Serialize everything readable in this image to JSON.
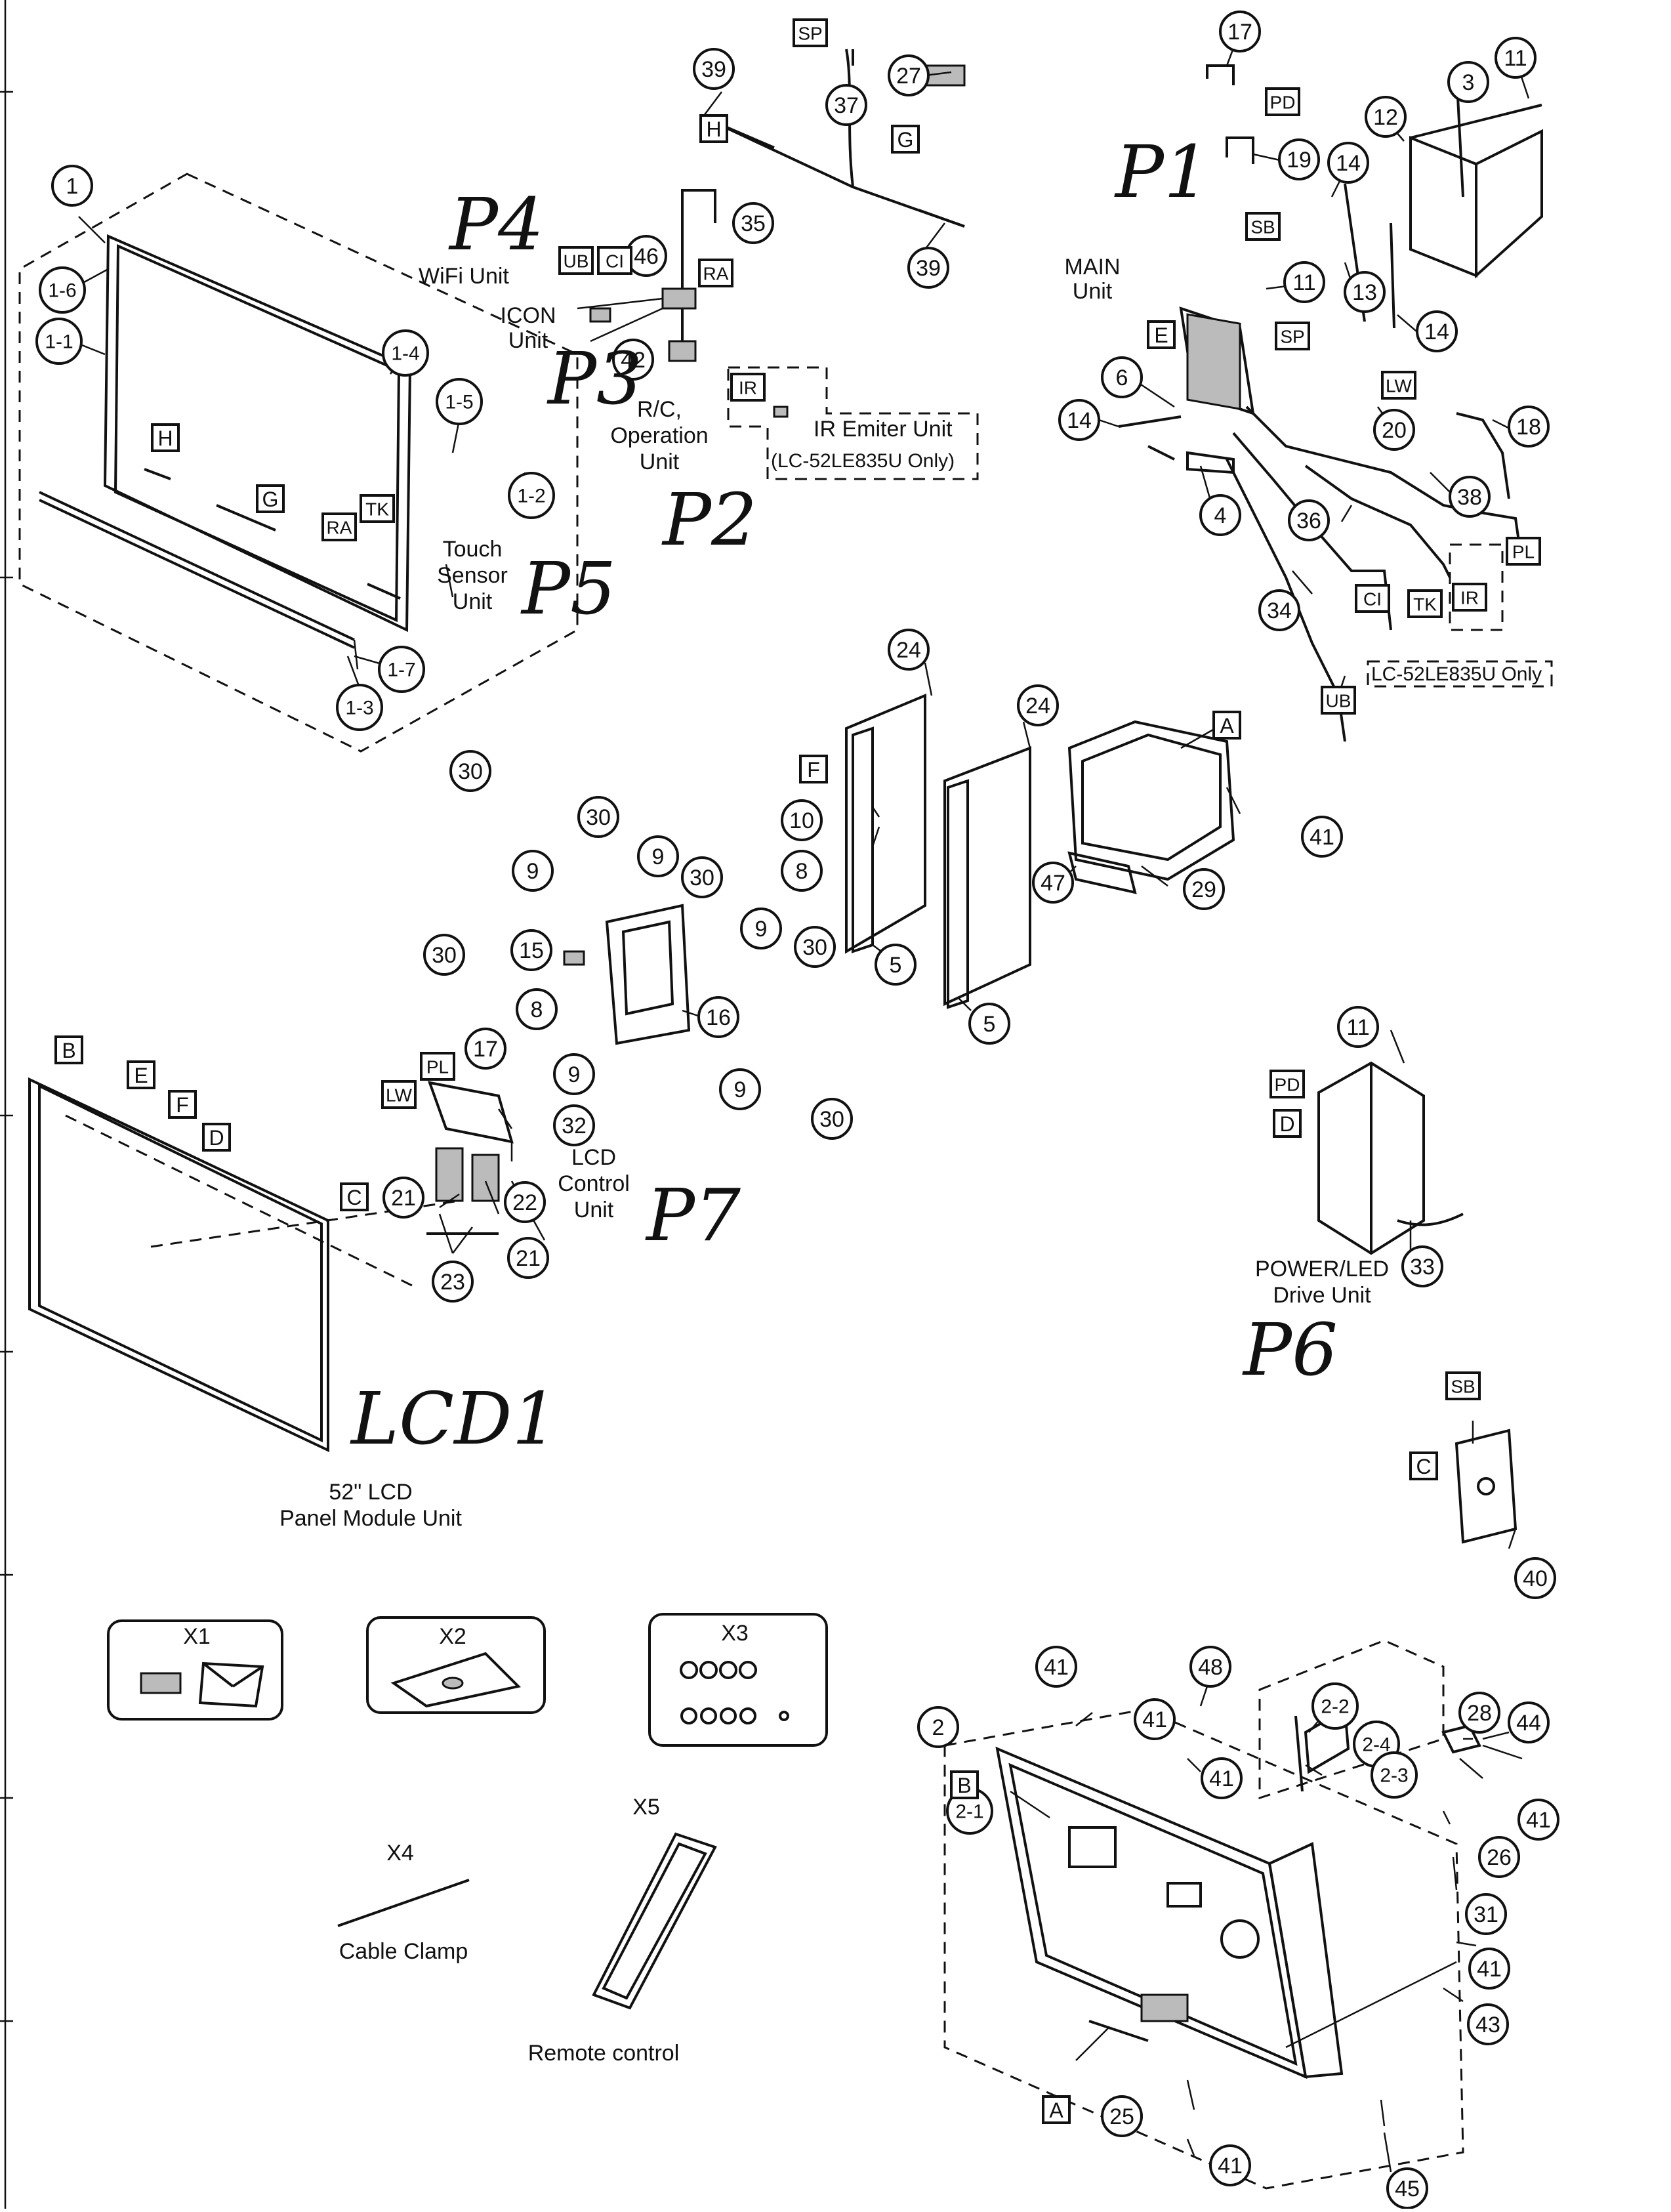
{
  "callouts": [
    "1",
    "1-1",
    "1-2",
    "1-3",
    "1-4",
    "1-5",
    "1-6",
    "1-7",
    "2",
    "2-1",
    "2-2",
    "2-3",
    "2-4",
    "3",
    "4",
    "5",
    "6",
    "8",
    "9",
    "10",
    "11",
    "12",
    "13",
    "14",
    "15",
    "16",
    "17",
    "18",
    "19",
    "20",
    "21",
    "22",
    "23",
    "24",
    "25",
    "26",
    "27",
    "28",
    "29",
    "30",
    "31",
    "32",
    "33",
    "34",
    "35",
    "36",
    "37",
    "38",
    "39",
    "40",
    "41",
    "42",
    "43",
    "44",
    "45",
    "46",
    "47",
    "48"
  ],
  "connector_boxes": [
    "A",
    "B",
    "C",
    "D",
    "E",
    "F",
    "G",
    "H",
    "SP",
    "PD",
    "SB",
    "LW",
    "PL",
    "UB",
    "CI",
    "RA",
    "TK",
    "IR"
  ],
  "labels": {
    "main_unit": "MAIN\nUnit",
    "wifi_unit": "WiFi Unit",
    "icon_unit": "ICON\nUnit",
    "rc_operation_unit": "R/C,\nOperation\nUnit",
    "ir_emiter_unit": "IR Emiter Unit",
    "lc_only_1": "(LC-52LE835U Only)",
    "lc_only_2": "LC-52LE835U Only",
    "touch_sensor_unit": "Touch\nSensor\nUnit",
    "lcd_control_unit": "LCD\nControl\nUnit",
    "power_led_drive_unit": "POWER/LED\nDrive Unit",
    "lcd_panel_module": "52\" LCD\nPanel Module Unit",
    "cable_clamp": "Cable Clamp",
    "remote_control": "Remote control"
  },
  "handwritten": {
    "p1": "P1",
    "p2": "P2",
    "p3": "P3",
    "p4": "P4",
    "p5": "P5",
    "p6": "P6",
    "p7": "P7",
    "lcd1": "LCD1"
  },
  "accessories": [
    "X1",
    "X2",
    "X3",
    "X4",
    "X5"
  ]
}
